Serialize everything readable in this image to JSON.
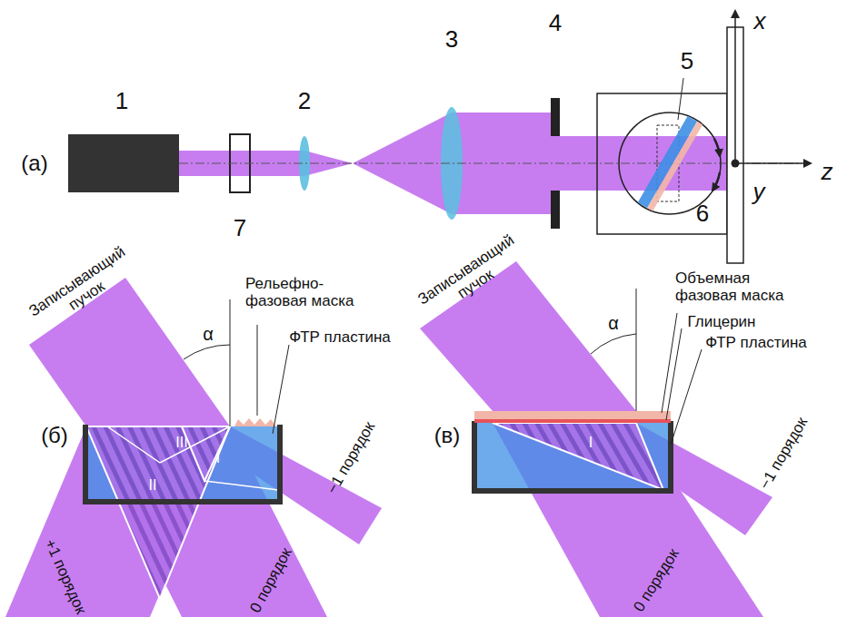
{
  "diagram": {
    "labels": [
      "(а)",
      "1",
      "7",
      "2",
      "3",
      "4",
      "5",
      "6",
      "x",
      "y",
      "z",
      "(б)",
      "Записывающий пучок",
      "α",
      "Рельефно-фазовая маска",
      "ФТР пластина",
      "III",
      "II",
      "I",
      "−1 порядок",
      "+1 порядок",
      "0 порядок",
      "(в)",
      "Записывающий пучок",
      "α",
      "Объемная фазовая маска",
      "Глицерин",
      "ФТР пластина",
      "I",
      "−1 порядок",
      "0 порядок"
    ]
  }
}
